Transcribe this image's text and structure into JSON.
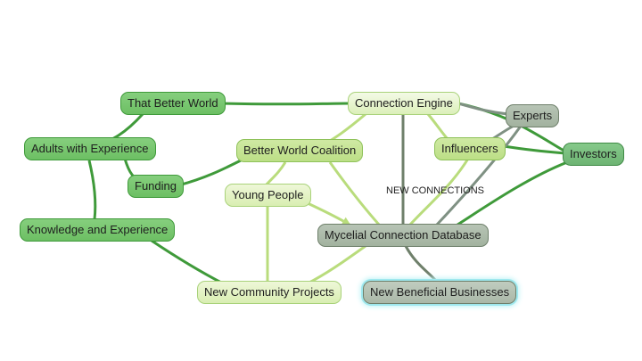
{
  "nodes": {
    "that_better_world": "That Better World",
    "connection_engine": "Connection Engine",
    "experts": "Experts",
    "adults_with_experience": "Adults with Experience",
    "better_world_coalition": "Better World Coalition",
    "influencers": "Influencers",
    "investors": "Investors",
    "funding": "Funding",
    "young_people": "Young People",
    "knowledge_and_experience": "Knowledge and Experience",
    "mycelial_connection_database": "Mycelial Connection Database",
    "new_community_projects": "New Community Projects",
    "new_beneficial_businesses": "New Beneficial Businesses"
  },
  "edge_labels": {
    "new_connections": "NEW CONNECTIONS"
  },
  "colors": {
    "dark_green_line": "#3f9a3a",
    "light_green_line": "#b9dc7c",
    "slate_line": "#7f9183",
    "selection_glow": "#9ee8ee"
  }
}
